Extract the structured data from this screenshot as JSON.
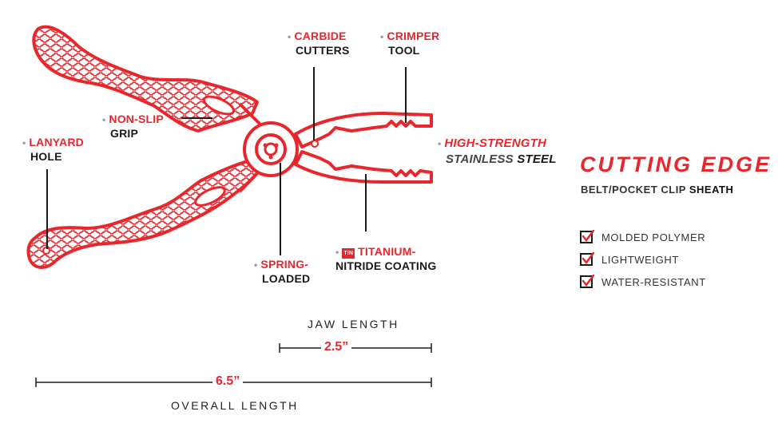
{
  "colors": {
    "accent": "#e8262c",
    "text": "#1a1a1a",
    "bullet": "#9a9a9a"
  },
  "callouts": {
    "carbide": {
      "highlight": "CARBIDE",
      "rest": "CUTTERS"
    },
    "crimper": {
      "highlight": "CRIMPER",
      "rest": "TOOL"
    },
    "nonslip": {
      "highlight": "NON-SLIP",
      "rest": "GRIP"
    },
    "lanyard": {
      "highlight": "LANYARD",
      "rest": "HOLE"
    },
    "steel": {
      "highlight": "HIGH-STRENGTH",
      "rest_light": "STAINLESS",
      "rest_bold": "STEEL"
    },
    "spring": {
      "highlight": "SPRING-",
      "rest": "LOADED"
    },
    "titanium": {
      "badge": "TiN",
      "highlight": "TITANIUM-",
      "rest": "NITRIDE COATING"
    }
  },
  "panel": {
    "title": "CUTTING EDGE",
    "subtitle_light": "BELT/POCKET CLIP",
    "subtitle_bold": "SHEATH",
    "features": [
      "MOLDED POLYMER",
      "LIGHTWEIGHT",
      "WATER-RESISTANT"
    ],
    "check_icon": "checkbox-checked-icon"
  },
  "dimensions": {
    "jaw": {
      "caption": "JAW LENGTH",
      "value": "2.5”"
    },
    "overall": {
      "caption": "OVERALL LENGTH",
      "value": "6.5”"
    }
  }
}
